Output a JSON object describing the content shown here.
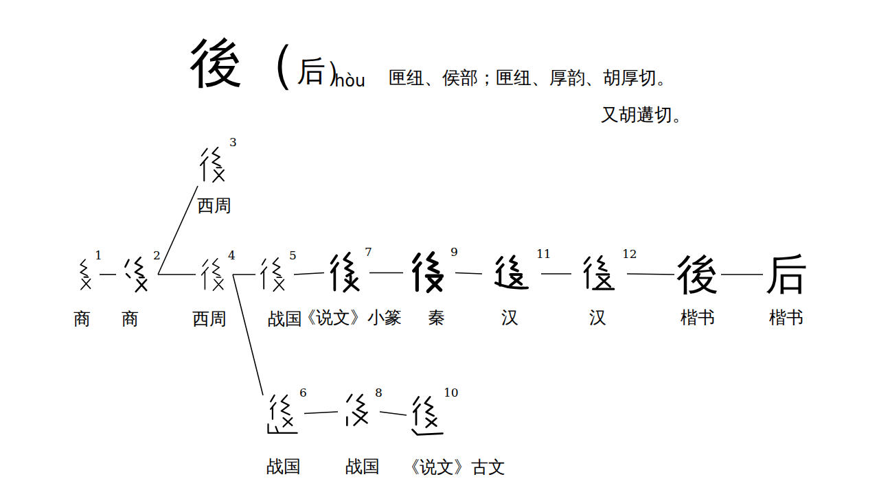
{
  "diagram": {
    "title": "後（后）",
    "nodes": [
      {
        "text": [
          "1",
          "商"
        ]
      },
      {
        "text": [
          "2",
          "商"
        ]
      },
      {
        "text": [
          "3",
          "西周"
        ]
      },
      {
        "text": [
          "4",
          "西周"
        ]
      },
      {
        "text": [
          "5",
          "战国"
        ]
      },
      {
        "text": [
          "6",
          "战国"
        ]
      },
      {
        "text": [
          "7",
          "《说文》小篆"
        ]
      },
      {
        "text": [
          "8",
          "战国"
        ]
      },
      {
        "text": [
          "9",
          "秦"
        ]
      },
      {
        "text": [
          "10",
          "《说文》古文"
        ]
      },
      {
        "text": [
          "11",
          "汉"
        ]
      },
      {
        "text": [
          "12",
          "汉"
        ]
      },
      {
        "text": [
          "後",
          "楷书"
        ]
      },
      {
        "text": [
          "后",
          "楷书"
        ]
      }
    ],
    "edges": [
      {
        "from": 0,
        "to": 1,
        "arrow": "none"
      },
      {
        "from": 1,
        "to": 2,
        "arrow": "none"
      },
      {
        "from": 1,
        "to": 3,
        "arrow": "none"
      },
      {
        "from": 3,
        "to": 4,
        "arrow": "none"
      },
      {
        "from": 3,
        "to": 5,
        "arrow": "none"
      },
      {
        "from": 4,
        "to": 6,
        "arrow": "none"
      },
      {
        "from": 6,
        "to": 8,
        "arrow": "none"
      },
      {
        "from": 8,
        "to": 10,
        "arrow": "none"
      },
      {
        "from": 10,
        "to": 11,
        "arrow": "none"
      },
      {
        "from": 11,
        "to": 12,
        "arrow": "none"
      },
      {
        "from": 12,
        "to": 13,
        "arrow": "none"
      },
      {
        "from": 5,
        "to": 7,
        "arrow": "none"
      },
      {
        "from": 7,
        "to": 9,
        "arrow": "none"
      }
    ],
    "labels": [
      "hòu",
      "匣纽、侯部；匣纽、厚韵、胡厚切。",
      "又胡遘切。"
    ]
  }
}
